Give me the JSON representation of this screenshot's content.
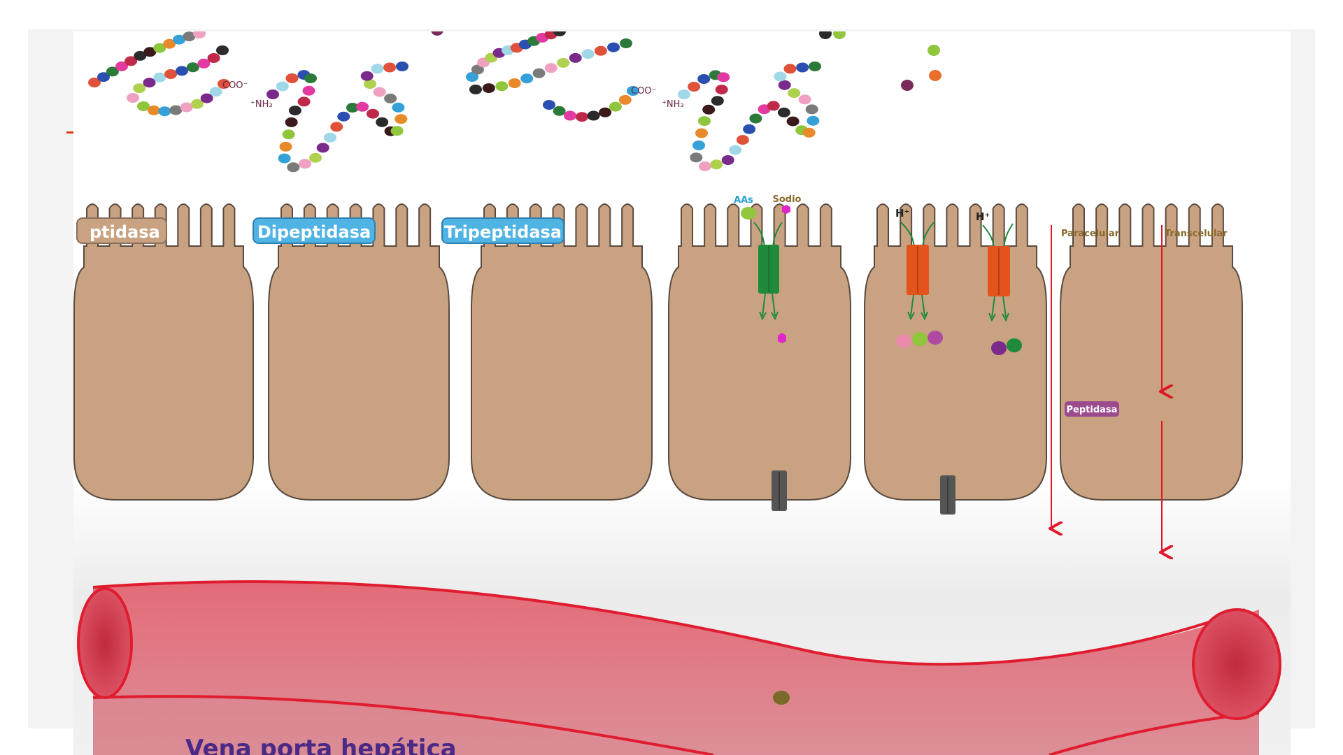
{
  "enzymes": {
    "left_partial": "ptidasa",
    "dipeptidase": "Dipeptidasa",
    "tripeptidase": "Tripeptidasa",
    "peptidase": "Peptidasa"
  },
  "transport": {
    "amino_acids": "AAs",
    "sodium": "Sodio",
    "proton_1": "H⁺",
    "proton_2": "H⁺",
    "paracellular": "Paracelular",
    "transcellular": "Transcelular"
  },
  "peptide_terminals": {
    "cooh_1": "COO⁻",
    "nh3_1": "⁺NH₃",
    "cooh_2": "COO⁻",
    "nh3_2": "⁺NH₃"
  },
  "vessel": {
    "title": "Vena porta hepática"
  },
  "colors": {
    "cell": "#c9a282",
    "cell_outline": "#5a4a40",
    "badge_blue": "#4fb3e3",
    "badge_purple": "#9b4a8e",
    "vessel": "#e06a78",
    "vessel_edge": "#e01c30",
    "title_purple": "#4b2a87",
    "sglt_green": "#1f8a3b",
    "pept_orange": "#e2541b"
  }
}
